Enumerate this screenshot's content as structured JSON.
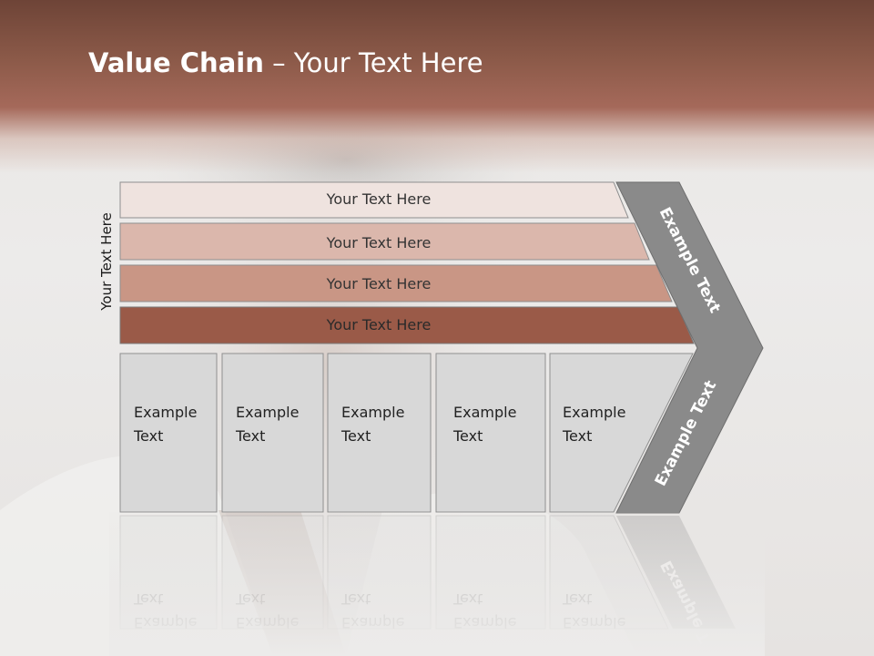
{
  "title": {
    "bold": "Value Chain",
    "rest": " – Your Text Here"
  },
  "side_label": "Your Text Here",
  "bars": [
    {
      "label": "Your Text Here",
      "color": "#efe3df"
    },
    {
      "label": "Your Text Here",
      "color": "#dbb7ac"
    },
    {
      "label": "Your Text Here",
      "color": "#c99685"
    },
    {
      "label": "Your Text Here",
      "color": "#9a5a48"
    }
  ],
  "boxes": [
    {
      "line1": "Example",
      "line2": "Text"
    },
    {
      "line1": "Example",
      "line2": "Text"
    },
    {
      "line1": "Example",
      "line2": "Text"
    },
    {
      "line1": "Example",
      "line2": "Text"
    },
    {
      "line1": "Example",
      "line2": "Text"
    }
  ],
  "chevron": {
    "upper_label": "Example Text",
    "lower_label": "Example Text",
    "color": "#8a8a8a"
  }
}
